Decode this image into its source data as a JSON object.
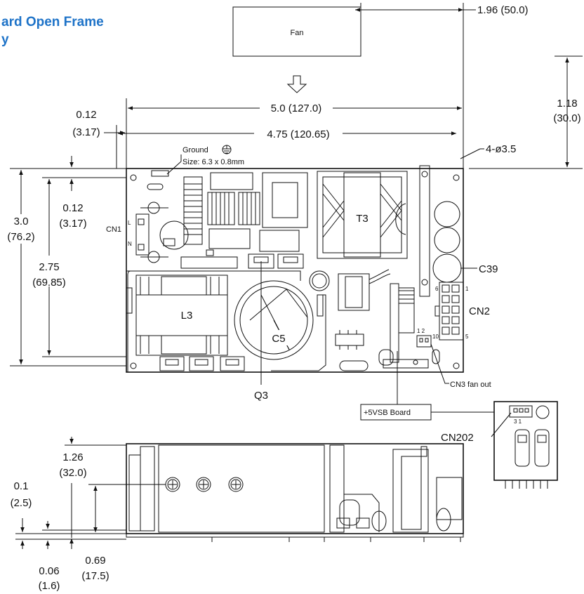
{
  "title": {
    "line1": "ard Open Frame",
    "line2": "y"
  },
  "fan": {
    "label": "Fan",
    "offset_in": "1.96 (50.0)",
    "gap": "1.18",
    "gap_mm": "(30.0)"
  },
  "top_view": {
    "width_overall": "5.0 (127.0)",
    "hole_spacing_x": "4.75 (120.65)",
    "hole_offset_x": "0.12",
    "hole_offset_x_mm": "(3.17)",
    "mount_holes": "4-ø3.5",
    "ground_label": "Ground",
    "ground_size": "Size: 6.3 x 0.8mm",
    "height_overall": "3.0",
    "height_overall_mm": "(76.2)",
    "hole_spacing_y": "2.75",
    "hole_spacing_y_mm": "(69.85)",
    "hole_offset_y": "0.12",
    "hole_offset_y_mm": "(3.17)"
  },
  "components": {
    "cn1": "CN1",
    "cn1_l": "L",
    "cn1_n": "N",
    "t3": "T3",
    "c39": "C39",
    "cn2": "CN2",
    "cn2_pin6": "6",
    "cn2_pin1": "1",
    "cn2_pin10": "10",
    "cn2_pin5": "5",
    "l3": "L3",
    "c5": "C5",
    "q3": "Q3",
    "cn3_pins": "1  2",
    "cn3": "CN3 fan out",
    "vsb": "+5VSB Board",
    "cn202": "CN202",
    "cn202_pins": "3  1"
  },
  "side_view": {
    "height_overall": "1.26",
    "height_overall_mm": "(32.0)",
    "pcb": "0.1",
    "pcb_mm": "(2.5)",
    "standoff": "0.06",
    "standoff_mm": "(1.6)",
    "screw_height": "0.69",
    "screw_height_mm": "(17.5)"
  }
}
